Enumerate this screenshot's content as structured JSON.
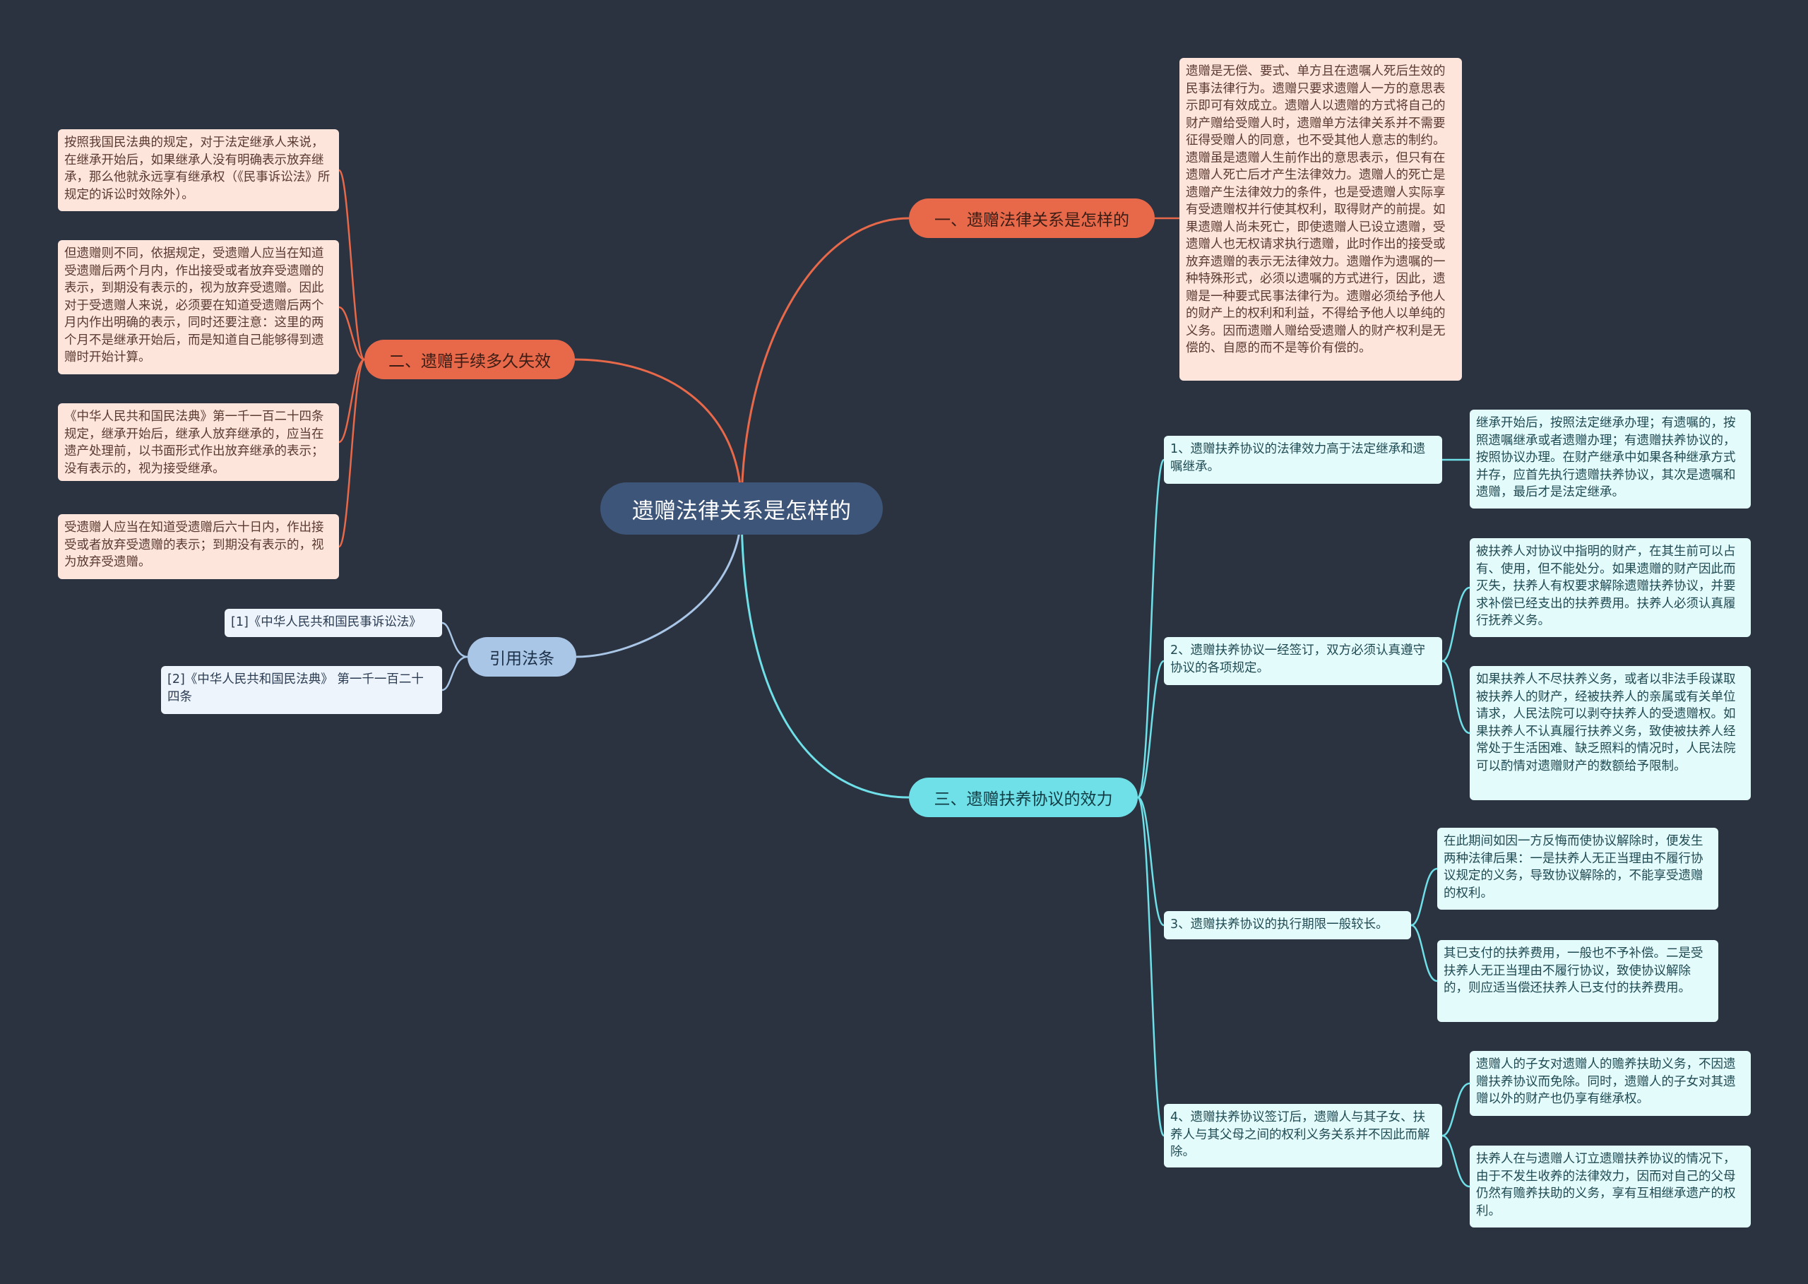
{
  "root": {
    "title": "遗赠法律关系是怎样的"
  },
  "branch1": {
    "title": "一、遗赠法律关系是怎样的",
    "detail": "遗赠是无偿、要式、单方且在遗嘱人死后生效的民事法律行为。遗赠只要求遗赠人一方的意思表示即可有效成立。遗赠人以遗赠的方式将自己的财产赠给受赠人时，遗赠单方法律关系并不需要征得受赠人的同意，也不受其他人意志的制约。遗赠虽是遗赠人生前作出的意思表示，但只有在遗赠人死亡后才产生法律效力。遗赠人的死亡是遗赠产生法律效力的条件，也是受遗赠人实际享有受遗赠权并行使其权利，取得财产的前提。如果遗赠人尚未死亡，即使遗赠人已设立遗赠，受遗赠人也无权请求执行遗赠，此时作出的接受或放弃遗赠的表示无法律效力。遗赠作为遗嘱的一种特殊形式，必须以遗嘱的方式进行，因此，遗赠是一种要式民事法律行为。遗赠必须给予他人的财产上的权利和利益，不得给予他人以单纯的义务。因而遗赠人赠给受遗赠人的财产权利是无偿的、自愿的而不是等价有偿的。"
  },
  "branch2": {
    "title": "二、遗赠手续多久失效",
    "items": [
      "按照我国民法典的规定，对于法定继承人来说，在继承开始后，如果继承人没有明确表示放弃继承，那么他就永远享有继承权（《民事诉讼法》所规定的诉讼时效除外）。",
      "但遗赠则不同，依据规定，受遗赠人应当在知道受遗赠后两个月内，作出接受或者放弃受遗赠的表示，到期没有表示的，视为放弃受遗赠。因此对于受遗赠人来说，必须要在知道受遗赠后两个月内作出明确的表示，同时还要注意：这里的两个月不是继承开始后，而是知道自己能够得到遗赠时开始计算。",
      "《中华人民共和国民法典》第一千一百二十四条规定，继承开始后，继承人放弃继承的，应当在遗产处理前，以书面形式作出放弃继承的表示；没有表示的，视为接受继承。",
      "受遗赠人应当在知道受遗赠后六十日内，作出接受或者放弃受遗赠的表示；到期没有表示的，视为放弃受遗赠。"
    ]
  },
  "branch3": {
    "title": "引用法条",
    "items": [
      "[1]《中华人民共和国民事诉讼法》",
      "[2]《中华人民共和国民法典》 第一千一百二十四条"
    ]
  },
  "branch4": {
    "title": "三、遗赠扶养协议的效力",
    "subs": [
      {
        "title": "1、遗赠扶养协议的法律效力高于法定继承和遗嘱继承。",
        "details": [
          "继承开始后，按照法定继承办理；有遗嘱的，按照遗嘱继承或者遗赠办理；有遗赠扶养协议的，按照协议办理。在财产继承中如果各种继承方式并存，应首先执行遗赠扶养协议，其次是遗嘱和遗赠，最后才是法定继承。"
        ]
      },
      {
        "title": "2、遗赠扶养协议一经签订，双方必须认真遵守协议的各项规定。",
        "details": [
          "被扶养人对协议中指明的财产，在其生前可以占有、使用，但不能处分。如果遗赠的财产因此而灭失，扶养人有权要求解除遗赠扶养协议，并要求补偿已经支出的扶养费用。扶养人必须认真履行抚养义务。",
          "如果扶养人不尽扶养义务，或者以非法手段谋取被扶养人的财产，经被扶养人的亲属或有关单位请求，人民法院可以剥夺扶养人的受遗赠权。如果扶养人不认真履行扶养义务，致使被扶养人经常处于生活困难、缺乏照料的情况时，人民法院可以酌情对遗赠财产的数额给予限制。"
        ]
      },
      {
        "title": "3、遗赠扶养协议的执行期限一般较长。",
        "details": [
          "在此期间如因一方反悔而使协议解除时，便发生两种法律后果：一是扶养人无正当理由不履行协议规定的义务，导致协议解除的，不能享受遗赠的权利。",
          "其已支付的扶养费用，一般也不予补偿。二是受扶养人无正当理由不履行协议，致使协议解除的，则应适当偿还扶养人已支付的扶养费用。"
        ]
      },
      {
        "title": "4、遗赠扶养协议签订后，遗赠人与其子女、扶养人与其父母之间的权利义务关系并不因此而解除。",
        "details": [
          "遗赠人的子女对遗赠人的赡养扶助义务，不因遗赠扶养协议而免除。同时，遗赠人的子女对其遗赠以外的财产也仍享有继承权。",
          "扶养人在与遗赠人订立遗赠扶养协议的情况下，由于不发生收养的法律效力，因而对自己的父母仍然有赡养扶助的义务，享有互相继承遗产的权利。"
        ]
      }
    ]
  },
  "colors": {
    "background": "#2b3240",
    "root": "#3d5578",
    "red_branch": "#e8694a",
    "cyan_branch": "#6fe0e8",
    "blue_branch": "#a9c6e6"
  }
}
